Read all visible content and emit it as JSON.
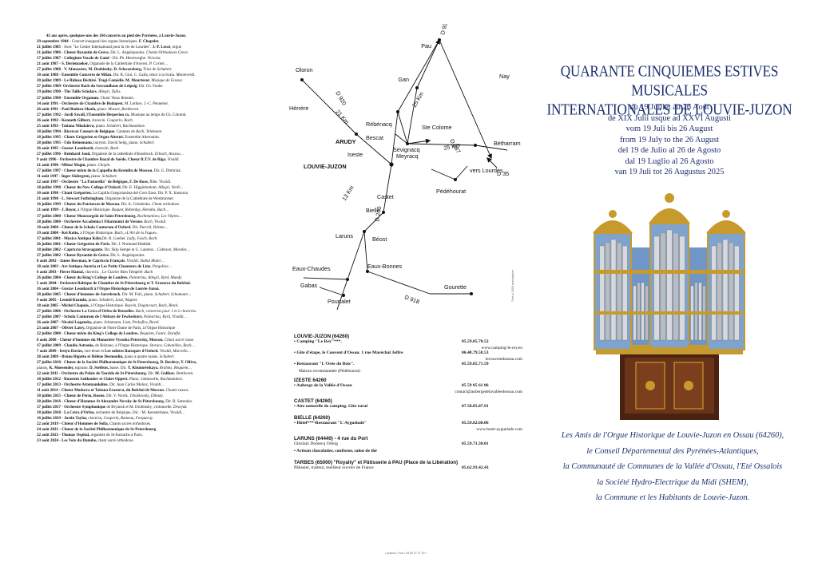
{
  "concert_history": [
    {
      "b": "45 ans après, quelques-uns des 166 concerts au pied des Pyrénées, à Louvie-Juzon.",
      "r": "",
      "i": "",
      "header": true
    },
    {
      "b": "29 septembre 1984",
      "r": " - Concert inaugural des orgues historiques. ",
      "i": "",
      "b2": "F. Chapelet."
    },
    {
      "b": "21 juillet 1985",
      "r": " - Avec \"Le Centre International pour la vie de Lourdes\". ",
      "b2": "J.-P. Lecot",
      "r2": ", orgue"
    },
    {
      "b": "21 juillet 1986 - Chœur Byzantin de Grèce.",
      "r": " Dir. L. Angelopoulos. ",
      "i": "Chants Orthodoxes Grecs."
    },
    {
      "b": "17 juillet 1987 - Collegium Vocale de Gand",
      "r": " - Dir. Ph. Herreweghe. ",
      "i": "Victoria."
    },
    {
      "b": "21 août 1987 - S. Deriemaeker,",
      "r": " Organiste de la Cathédrale d'Anvers. ",
      "i": "P. Cornet…"
    },
    {
      "b": "27 juillet 1988 - V. Afanassiev, M. Drobinsky. D. Schwarzberg,",
      "i": " Trios de Schubert."
    },
    {
      "b": "10 août 1988 - Ensemble Concerto de Milan.",
      "r": " Dir. R. Gini, C. Gaifa, ténor à la Scala. ",
      "i": "Monteverdi."
    },
    {
      "b": "20 juillet 1989 - Le Rideau Déchiré. Tragi-Comédie. M. Mourterot.",
      "i": " Musique de Gossec."
    },
    {
      "b": "27 juillet 1989- Orchestre Bach du Gewandhaus de Leipzig.",
      "r": " Dir. Ch. Funke"
    },
    {
      "b": "19 juillet 1990 - The Tallis Scholars.",
      "i": " Allegri, Tallis."
    },
    {
      "b": "27 juillet 1990 - Ensemble Organum.",
      "i": " Chant Vieux Romain."
    },
    {
      "b": "14 août 1991 - Orchestre de Chambre de Budapest.",
      "r": " M. Lethiec. J.-C. Pennetier."
    },
    {
      "b": "26 août 1991 - Paul Badura-Skoda,",
      "r": " piano. ",
      "i": "Mozart, Beethoven."
    },
    {
      "b": "27 juillet 1992 - Jordi Savall, l'Ensemble Hesperion xx.",
      "r": " Musique au temps de Ch. Colomb."
    },
    {
      "b": "26 août 1992 - Kenneth Gilbert,",
      "r": " clavecin. ",
      "i": "Couperin, Bach."
    },
    {
      "b": "25 août 1993 - Tatiana Nikolaieva,",
      "r": " piano. ",
      "i": "Schubert, Rachmaninov."
    },
    {
      "b": "18 juillet 1994 - Ricercar Consort de Belgique.",
      "r": " Cantates de ",
      "i": "Bach, Telemann."
    },
    {
      "b": "18 juillet 1995 - Chant Grégorien et Orgue Alterné.",
      "r": " Ensemble Alternatim."
    },
    {
      "b": "28 juillet 1995 - Udo Reinemann,",
      "r": " baryton. David Selig, piano. ",
      "i": "Schubert."
    },
    {
      "b": "26 août 1995 - Gustav Leonhardt,",
      "r": " clavecin. ",
      "i": "Bach."
    },
    {
      "b": "27 juillet 1996 - Reinhard Jaud,",
      "r": " Organiste de la cathédrale d'Innsbruck. ",
      "i": "Erbach, Araxxo…"
    },
    {
      "b": "9 août 1996 - Orchestre de Chambre Royal de Suède, Chœur R.T.V. de Riga.",
      "i": " Vivaldi."
    },
    {
      "b": "21 août 1996 - Milosz Magin,",
      "r": " piano. ",
      "i": "Chopin."
    },
    {
      "b": "17 juillet 1997 - Chœur mixte de la Cappella du Kremlin de Moscou.",
      "r": " Dir. G. Dmitriak."
    },
    {
      "b": "11 août 1997 - Inger Södergren,",
      "r": " piano. ",
      "i": "Schubert."
    },
    {
      "b": "22 août 1997 - Orchestre \"La Pastorella\" de Belgique, F. De Roos,",
      "r": " flûte. ",
      "i": "Vivaldi."
    },
    {
      "b": "18 juillet 1998 - Chœur du New College d'Oxford.",
      "r": " Dir. E. Higginbottom. ",
      "i": "Allegri, Verdi…"
    },
    {
      "b": "10 août 1998 - Chant Grégorien.",
      "r": " La Capilla Gregorianista del Coro Easo. Dir. P. X. Irastorza"
    },
    {
      "b": "21 août 1998 - L. Stewart Fothringham.",
      "r": " Organiste de la Cathédrale de Westminster."
    },
    {
      "b": "16 juillet 1999 - Chœur du Patriarcat de Moscou.",
      "r": " Dir. A. Grindenko. ",
      "i": "Chant orthodoxe."
    },
    {
      "b": "21 août 1999 - J. Boyer,",
      "r": " à l'Orgue Historique. ",
      "i": "Raquet, Roberday, Heredia, Bach…"
    },
    {
      "b": "17 juillet 2000 - Chœur Moussorgski de Saint Pétersbourg.",
      "i": " Rachmaninov, Les Vêpres…"
    },
    {
      "b": "28 juillet 2000 - Orchestre Accademia I Filarmonici de Verone.",
      "i": " Bach, Vivaldi."
    },
    {
      "b": "10 août 2000 - Chœur de la Schola Cantorum d'Oxford.",
      "r": " Dir. ",
      "i": "Purcell, Britten…"
    },
    {
      "b": "19 août 2000 - Kei Koito,",
      "r": " à l'Orgue Historique. ",
      "i": "Bach, «L'Art de la Fugue»."
    },
    {
      "b": "17 juillet 2001 - Musica Antiqua Köln.",
      "r": "Dir. R. Goebel. ",
      "i": "Lully, Fasch, Bach."
    },
    {
      "b": "26 juillet 2001 - Chœur Grégorien de Paris.",
      "r": " Dir. J. Normand Haddad."
    },
    {
      "b": "18 juillet 2002 - Capriccio Stravagante.",
      "r": " Dir. Skip Sempé et G. Laurens…",
      "i": "Cabezon, Morales…"
    },
    {
      "b": "27 juillet 2002 - Chœur Byzantin de Grèce.",
      "r": " Dir. L. Angelopoulos."
    },
    {
      "b": "8 août 2002 - James Bowman, le Capriccio Français.",
      "i": " Vivaldi, Stabat Mater…"
    },
    {
      "b": "18 août 2003 - Ars Antiqua Austria et Les Petits Chanteurs de Linz.",
      "i": " Pergolèse…"
    },
    {
      "b": "6 août 2003 - Pierre Hantaï,",
      "r": " clavecin. ",
      "i": "Bach",
      "r2": ", Le Clavier Bien Tempéré ."
    },
    {
      "b": "26 juillet 2004 - Chœur du King's College de Londres.",
      "i": " Palestrina, Allegri, Byrd, Mundy."
    },
    {
      "b": "5 août 2004 - Orchestre Baltique de Chambre de St-Pétersbourg et T. Erastova du Bolchoï."
    },
    {
      "b": "16 août 2004 - Gustav Leonhardt à l'Orgue Historique de Louvie-Juzon."
    },
    {
      "b": "28 juillet 2005 - Chœur d'hommes de Sarrebruck.",
      "r": " Dir. M. Folz, piano. ",
      "i": "Schubert, Schumann…"
    },
    {
      "b": "9 août 2005 - Leonid Kuzmin,",
      "r": " piano. ",
      "i": "Schubert, Liszt, Wagner."
    },
    {
      "b": "18 août 2005 - Michel Chapuis,",
      "r": " à l'Orgue Historique. ",
      "i": "Boyvin, Dagincourt, Bach, Rinck."
    },
    {
      "b": "27 juillet 2006 - Orchestre La Cetra d'Orfeo de Bruxelles.",
      "i": " Bach, concertos pour 1 et 2 clavecins."
    },
    {
      "b": "27 juillet 2007 - Schola Cantorum de l'Abbaye de Tewkesbury.",
      "i": " Palestrina, Byrd, Vivaldi…"
    },
    {
      "b": "26 août 2007 - Nicolaï Lugansky,",
      "r": " piano. ",
      "i": "Schumann, Liszt, Prokofiev, Ravel."
    },
    {
      "b": "23 août 2007 - Olivier Latry,",
      "r": " Organiste de Notre Dame de Paris, à l'Orgue Historique"
    },
    {
      "b": "22 juillet 2008 - Chœur mixte du King's College de Londres.",
      "i": " Requiem, Fauré, Duruflé."
    },
    {
      "b": "8 août 2008 - Chœur d'hommes du Monastère Vyssoko Petrovsky, Moscou.",
      "i": " Chant sacré russe."
    },
    {
      "b": "17 juillet 2009 - Claudio Astronio,",
      "r": " de Bolzano, à l'Orgue Historique. ",
      "i": "Storace, Cabanilles, Bach…"
    },
    {
      "b": "7 août 2009 - Iestyn Davies,",
      "r": " ctre-ténor et ",
      "b2": "Les solistes Baroques d'Oxford.",
      "i": " Vivaldi, Marcello…"
    },
    {
      "b": "28 août 2009 - Bruno Rigutto et Hélène Desmoulin,",
      "r": " piano à quatre mains. ",
      "i": "Schubert."
    },
    {
      "b": "27 juillet 2010 - Chœur de la Société Philharmonique de St Petersbourg, D. Berdery, Y. Ollivo,",
      "r": ""
    },
    {
      "b": "",
      "r": "pianos, ",
      "b2": "K. Moesender,",
      "r2": " soprano. ",
      "b3": "D. Steffens,",
      "r3": " basse. Dir. ",
      "b4": "Y. Khutoretskaya.",
      "i": " Brahms, Requiem…"
    },
    {
      "b": "22 août 2011 - Orchestre du Palais de Tauride de St-Pétersbourg.",
      "r": " Dir. ",
      "b2": "M. Golikov.",
      "i": " Beethoven."
    },
    {
      "b": "18 juillet 2012 - Roustem Saitkoulov et Claire Oppert.",
      "r": " Piano, violoncelle, ",
      "i": "Rachmaninov."
    },
    {
      "b": "17 juillet 2013 - Orchestre Artemandoline.",
      "r": " Dir. Juan Carlos Muñoz, ",
      "i": "Vivaldi…"
    },
    {
      "b": "11 août 2014 - Chœur Moskova et Tatiana Erastova, du Bolchoï de Moscou.",
      "i": " Chants russes."
    },
    {
      "b": "30 juillet 2015 - Chœur de Perm, Russie.",
      "r": " Dir. V. Novik. ",
      "i": "Tchaïkovsky, Dilesky."
    },
    {
      "b": "28 juillet 2016 - Chœur d'Hommes St Alexandre Nevsky de St-Pétersbourg.",
      "r": " Dir. B. Satsenko."
    },
    {
      "b": "17 juillet 2017 - Orchestre Symphonique",
      "r": " de Bryansk et M. Drobinsky, violoncelle. ",
      "i": "Dvorjak."
    },
    {
      "b": "18 juillet 2018 - La Cetra d'Orfeo,",
      "r": " orchestre de Belgique, Dir. : M. Kenstermans. ",
      "i": "Vivaldi…"
    },
    {
      "b": "16 juillet 2019 - Justin Taylor,",
      "r": " clavecin, ",
      "i": "Couperin, Rameau, Forqueray."
    },
    {
      "b": "22 août 2019 - Chœur d'Hommes de Sofia,",
      "r": " Chants sacrés orthodoxes."
    },
    {
      "b": "24 août 2021 - Chœur de la Société Philharmonique de St-Petersbourg"
    },
    {
      "b": "22 août 2023 - Thomas Ospital,",
      "r": " organiste de St-Eustache à Paris."
    },
    {
      "b": "23 août 2024 - Les Voix du Danube,",
      "r": " chant sacré orthodoxe."
    }
  ],
  "map": {
    "places": [
      "Pau",
      "Oloron",
      "Nay",
      "Gan",
      "Hérrère",
      "Rébénacq",
      "Ste Colome",
      "ARUDY",
      "Bescat",
      "Sévignacq",
      "Meyracq",
      "Bétharram",
      "Iseste",
      "LOUVIE-JUZON",
      "vers Lourdes",
      "Pédéhourat",
      "Castet",
      "Bielle",
      "Laruns",
      "Béost",
      "Eaux-Chaudes",
      "Eaux-Bonnes",
      "Gabas",
      "Gourette",
      "Pourtalet"
    ],
    "roads": [
      "D 934",
      "D 920",
      "D 287",
      "D 35",
      "D 240",
      "D 918"
    ],
    "distances": [
      "21 Km",
      "25 Km",
      "25 Km",
      "13 Km"
    ],
    "side_note": "Tirés à 2500 exemplaires"
  },
  "listings": [
    {
      "title": "LOUVIE-JUZON (64260)",
      "rows": [
        {
          "label": "• Camping \"Le Rey\"***.",
          "phone": "05.59.05.78.52",
          "sub": "www.camping-le-rey.eu"
        },
        {
          "label": "• Gîte d'étape, le Couvent d'Ossau. 1 rue Maréchal Joffre",
          "phone": "06.48.79.58.53",
          "sub": "lecouventdossau.com"
        },
        {
          "label": "• Restaurant \"L'Orée du Bois\".",
          "phone": "05.59.05.71.59",
          "note": "Maison recommandée (Pédéhourat)"
        }
      ]
    },
    {
      "title": "IZESTE 64260",
      "rows": [
        {
          "label": "• Auberge de la Vallée d'Ossau",
          "phone": "05 59 05 61 06",
          "sub": "contact@aubergedelavalleedossau.com"
        }
      ]
    },
    {
      "title": "CASTET (64260)",
      "rows": [
        {
          "label": "• Aire naturelle de camping. Gîte rural",
          "phone": "07.50.85.07.91"
        }
      ]
    },
    {
      "title": "BIELLE (64260)",
      "rows": [
        {
          "label": "• Hôtel***-Restaurant \"L'Ayguelade\"",
          "phone": "05.59.82.60.06",
          "sub": "www.hotel-ayguelade.com"
        }
      ]
    },
    {
      "title": "LARUNS (64440) - 4 rue du Port",
      "rows": [
        {
          "label": "Ghislain Domecq Orteig",
          "phone": "05.59.71.30.01"
        },
        {
          "label": "• Artisan chocolatier, confiseur, salon de thé",
          "phone": ""
        }
      ]
    },
    {
      "title": "TARBES (65000) \"Royalty\" et Pâtisserie à PAU (Place de la Libération)",
      "rows": [
        {
          "label": "Pâtissier, traiteur, meilleur ouvrier de France",
          "phone": "05.62.93.42.43"
        }
      ]
    }
  ],
  "footer": "• Ipadoui • Pau • 05 59 27 27 40 •",
  "title_lines": [
    "QUARANTE CINQUIEMES ESTIVES MUSICALES",
    "INTERNATIONALES DE LOUVIE-JUZON"
  ],
  "dates": [
    "du 19 Juillet au 26 Août",
    "de XIX Julii usque ad XXVI Augusti",
    "vom 19 Juli bis 26 August",
    "from 19 July to the 26 August",
    "del 19 de Julio al 26 de Agosto",
    "dal 19 Luglio al 26 Agosto",
    "van 19 Juli tot 26 Augustus 2025"
  ],
  "sponsors": [
    "Les Amis de l'Orgue Historique de Louvie-Juzon en Ossau (64260),",
    "le Conseil Départemental des Pyrénées-Atlantiques,",
    "la Communauté de Communes de la Vallée d'Ossau, l'Eté Ossalois",
    "la Société Hydro-Electrique du Midi (SHEM),",
    "la Commune et les Habitants de Louvie-Juzon."
  ],
  "colors": {
    "title_blue": "#1c2f6e",
    "organ_blue": "#6f96c6",
    "organ_gold": "#c79a2e",
    "organ_wood": "#5a2a14"
  }
}
